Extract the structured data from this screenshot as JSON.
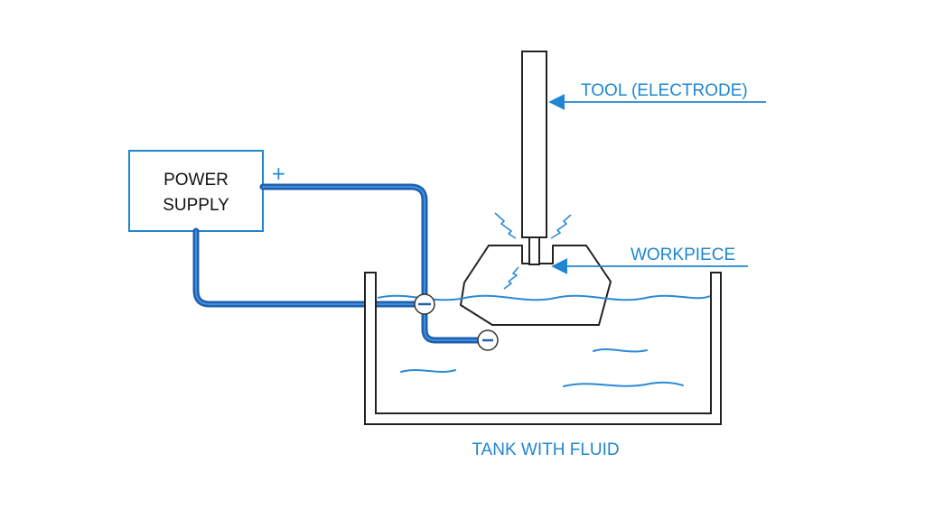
{
  "labels": {
    "power_supply_line1": "POWER",
    "power_supply_line2": "SUPPLY",
    "tool": "TOOL (ELECTRODE)",
    "workpiece": "WORKPIECE",
    "tank": "TANK WITH FLUID",
    "positive_sign": "+"
  },
  "colors": {
    "wire": "#1f5fae",
    "wire_highlight": "#3f8fe0",
    "label": "#1f86d0",
    "fluid": "#2a8bd6",
    "outline": "#222222",
    "spark": "#2a8bd6"
  },
  "icons": {
    "connector_1": "minus-terminal-icon",
    "connector_2": "minus-terminal-icon"
  }
}
